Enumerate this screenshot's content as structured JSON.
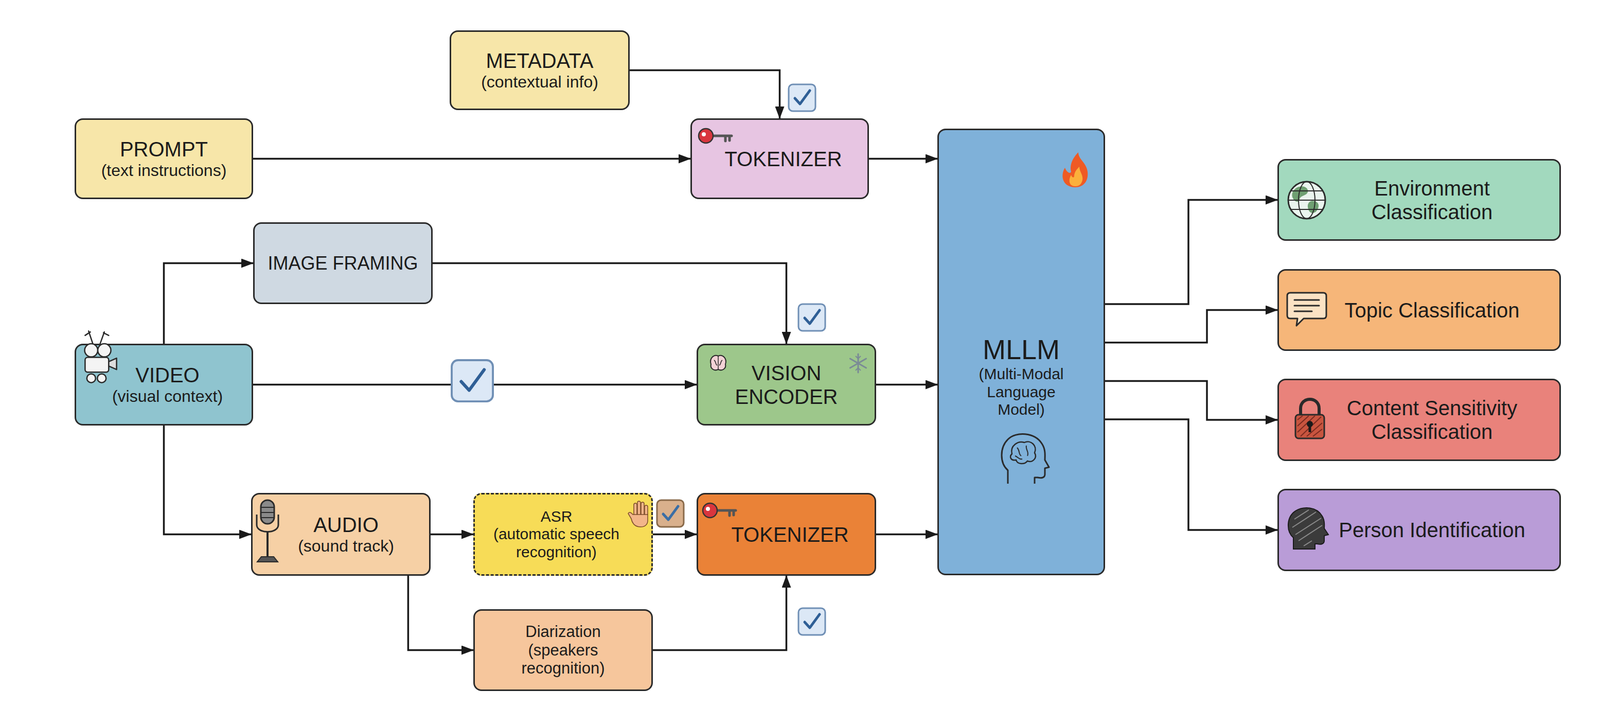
{
  "diagram": {
    "nodes": [
      {
        "text": [
          "METADATA",
          "(contextual info)"
        ]
      },
      {
        "text": [
          "PROMPT",
          "(text instructions)"
        ]
      },
      {
        "text": [
          "TOKENIZER"
        ]
      },
      {
        "text": [
          "MLLM",
          "(Multi-Modal Language Model)"
        ]
      },
      {
        "text": [
          "Environment Classification"
        ]
      },
      {
        "text": [
          "IMAGE FRAMING"
        ]
      },
      {
        "text": [
          "Topic Classification"
        ]
      },
      {
        "text": [
          "VIDEO",
          "(visual context)"
        ]
      },
      {
        "text": [
          "VISION ENCODER"
        ]
      },
      {
        "text": [
          "Content Sensitivity Classification"
        ]
      },
      {
        "text": [
          "Person Identification"
        ]
      },
      {
        "text": [
          "AUDIO",
          "(sound track)"
        ]
      },
      {
        "text": [
          "ASR",
          "(automatic speech recognition)"
        ]
      },
      {
        "text": [
          "TOKENIZER"
        ]
      },
      {
        "text": [
          "Diarization",
          "(speakers recognition)"
        ]
      }
    ],
    "edges": [
      {
        "from": 0,
        "to": 2,
        "arrow": "to"
      },
      {
        "from": 1,
        "to": 2,
        "arrow": "to"
      },
      {
        "from": 2,
        "to": 3,
        "arrow": "to"
      },
      {
        "from": 7,
        "to": 5,
        "arrow": "to"
      },
      {
        "from": 5,
        "to": 8,
        "arrow": "to"
      },
      {
        "from": 7,
        "to": 8,
        "arrow": "to"
      },
      {
        "from": 7,
        "to": 11,
        "arrow": "to"
      },
      {
        "from": 8,
        "to": 3,
        "arrow": "to"
      },
      {
        "from": 11,
        "to": 12,
        "arrow": "to"
      },
      {
        "from": 12,
        "to": 13,
        "arrow": "to"
      },
      {
        "from": 11,
        "to": 14,
        "arrow": "to"
      },
      {
        "from": 14,
        "to": 13,
        "arrow": "to"
      },
      {
        "from": 13,
        "to": 3,
        "arrow": "to"
      },
      {
        "from": 3,
        "to": 4,
        "arrow": "to"
      },
      {
        "from": 3,
        "to": 6,
        "arrow": "to"
      },
      {
        "from": 3,
        "to": 9,
        "arrow": "to"
      },
      {
        "from": 3,
        "to": 10,
        "arrow": "to"
      }
    ]
  }
}
